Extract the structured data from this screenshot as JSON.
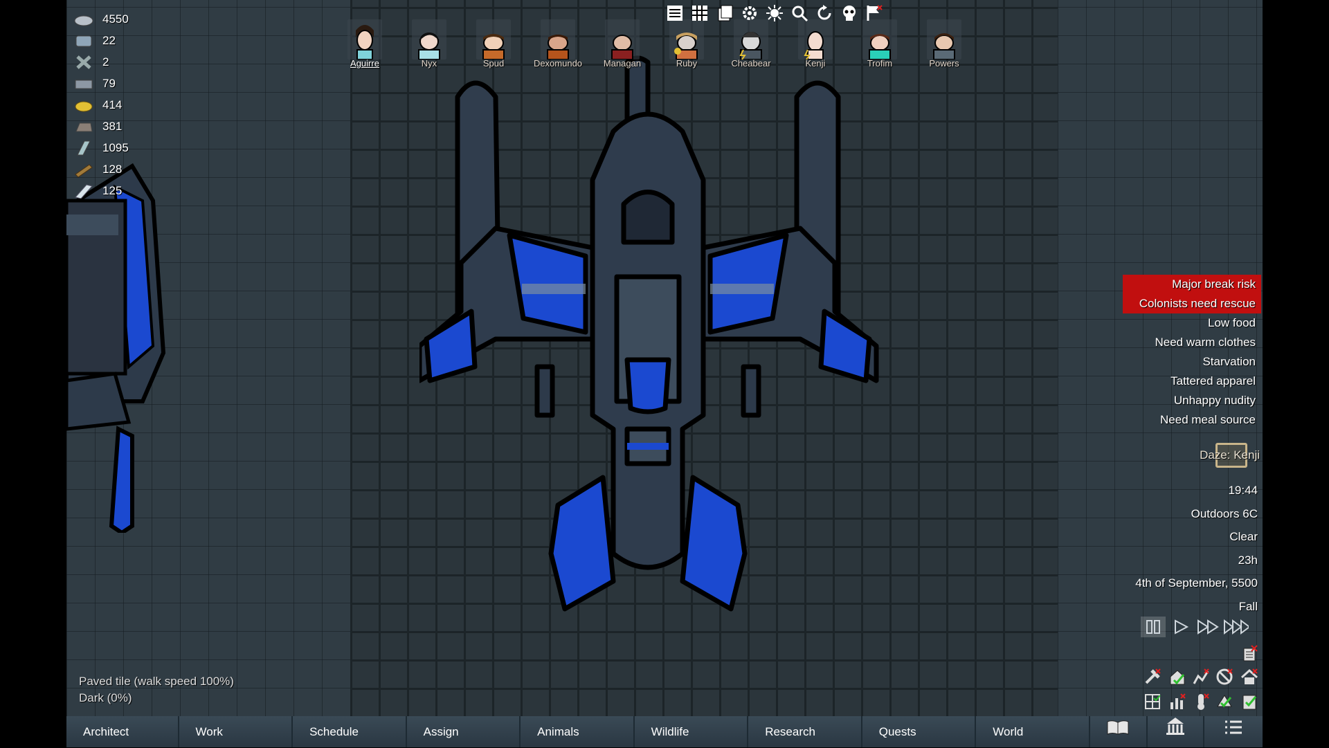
{
  "resources": [
    {
      "icon": "silver-icon",
      "value": "4550"
    },
    {
      "icon": "medicine-icon",
      "value": "22"
    },
    {
      "icon": "component-icon",
      "value": "2"
    },
    {
      "icon": "steel-icon",
      "value": "79"
    },
    {
      "icon": "gold-icon",
      "value": "414"
    },
    {
      "icon": "stone-block-icon",
      "value": "381"
    },
    {
      "icon": "plasteel-icon",
      "value": "1095"
    },
    {
      "icon": "wood-icon",
      "value": "128"
    },
    {
      "icon": "silver-bar-icon",
      "value": "125"
    }
  ],
  "colonists": [
    {
      "name": "Aguirre",
      "selected": true
    },
    {
      "name": "Nyx"
    },
    {
      "name": "Spud"
    },
    {
      "name": "Dexomundo"
    },
    {
      "name": "Managan"
    },
    {
      "name": "Ruby"
    },
    {
      "name": "Cheabear"
    },
    {
      "name": "Kenji"
    },
    {
      "name": "Trofim"
    },
    {
      "name": "Powers"
    }
  ],
  "top_tools": [
    "list-icon",
    "table-icon",
    "cards-icon",
    "gear-icon",
    "sun-icon",
    "search-icon",
    "refresh-icon",
    "skull-icon",
    "flag-icon"
  ],
  "alerts": [
    {
      "text": "Major break risk",
      "critical": true
    },
    {
      "text": "Colonists need rescue",
      "critical": true
    },
    {
      "text": "Low food"
    },
    {
      "text": "Need warm clothes"
    },
    {
      "text": "Starvation"
    },
    {
      "text": "Tattered apparel"
    },
    {
      "text": "Unhappy nudity"
    },
    {
      "text": "Need meal source"
    }
  ],
  "daze": {
    "label": "Daze: Kenji"
  },
  "info": {
    "time": "19:44",
    "temperature": "Outdoors 6C",
    "weather": "Clear",
    "hours": "23h",
    "date": "4th of September, 5500",
    "season": "Fall"
  },
  "terrain": {
    "tile": "Paved tile (walk speed 100%)",
    "light": "Dark (0%)"
  },
  "bottom_tabs": [
    {
      "label": "Architect",
      "width": 163
    },
    {
      "label": "Work",
      "width": 165
    },
    {
      "label": "Schedule",
      "width": 165
    },
    {
      "label": "Assign",
      "width": 165
    },
    {
      "label": "Animals",
      "width": 165
    },
    {
      "label": "Wildlife",
      "width": 165
    },
    {
      "label": "Research",
      "width": 165
    },
    {
      "label": "Quests",
      "width": 165
    },
    {
      "label": "World",
      "width": 165
    }
  ],
  "bottom_icons": [
    "book-icon",
    "factions-icon",
    "menu-icon"
  ]
}
